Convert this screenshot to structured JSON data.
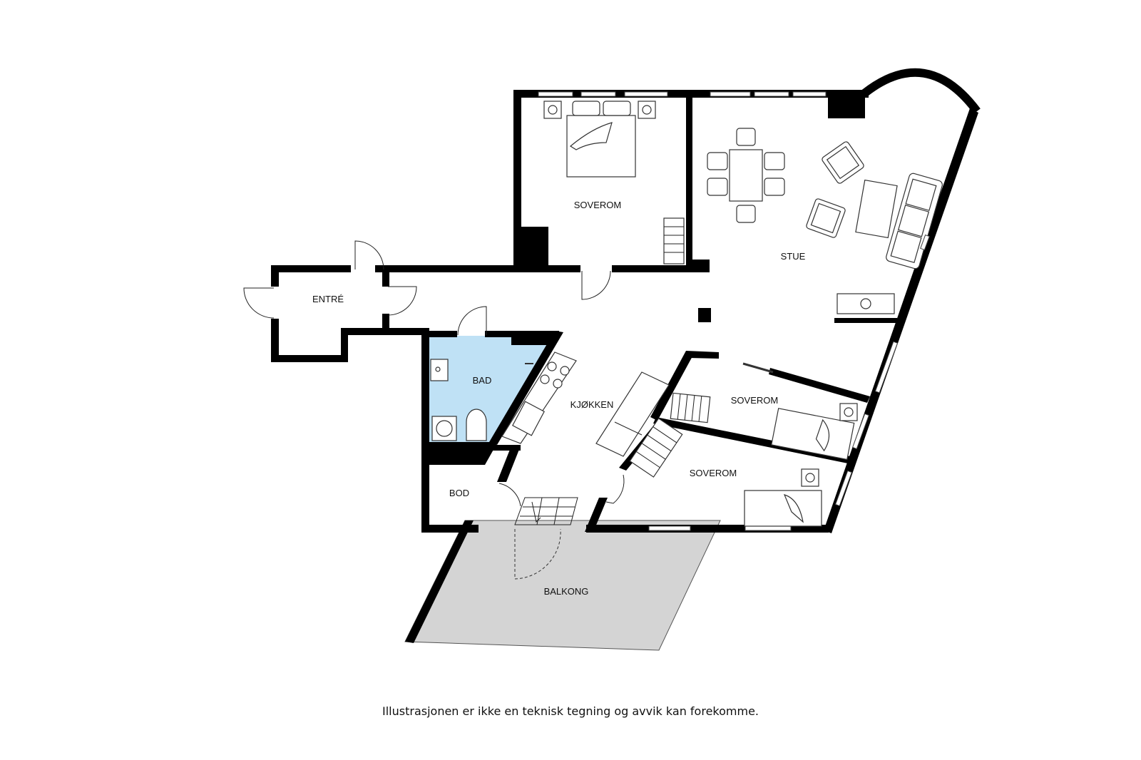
{
  "rooms": {
    "soverom_top": "SOVEROM",
    "stue": "STUE",
    "entre": "ENTRÉ",
    "bad": "BAD",
    "kjokken": "KJØKKEN",
    "soverom_mid": "SOVEROM",
    "soverom_bottom": "SOVEROM",
    "bod": "BOD",
    "balkong": "BALKONG"
  },
  "disclaimer": "Illustrasjonen er ikke en teknisk tegning og avvik kan forekomme.",
  "colors": {
    "wall": "#000000",
    "bathroom_fill": "#bfe1f5",
    "balcony_fill": "#d4d4d4"
  }
}
